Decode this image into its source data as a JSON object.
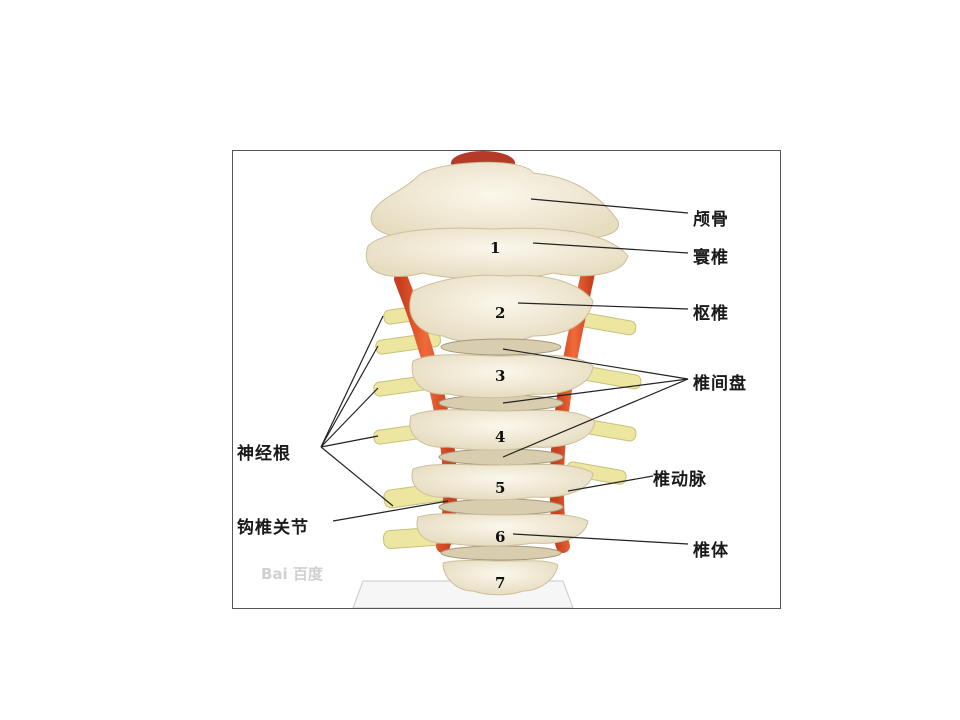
{
  "figure": {
    "labels": {
      "occipital": "颅骨",
      "atlas": "寰椎",
      "axis": "枢椎",
      "disc": "椎间盘",
      "nerve_root": "神经根",
      "artery": "椎动脉",
      "uncovertebral": "钩椎关节",
      "body": "椎体"
    },
    "vertebra_numbers": [
      "1",
      "2",
      "3",
      "4",
      "5",
      "6",
      "7"
    ],
    "watermark": "Bai 百度"
  },
  "colors": {
    "bone": "#f3ecd9",
    "artery": "#e2552c",
    "nerve": "#ece6a0",
    "leader": "#222222"
  }
}
